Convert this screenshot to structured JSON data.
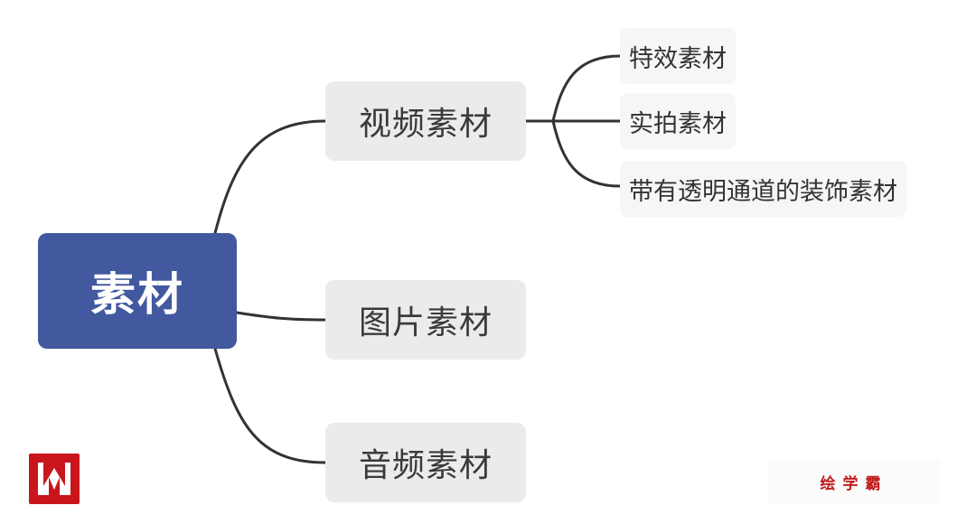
{
  "root": {
    "label": "素材"
  },
  "branches": [
    {
      "label": "视频素材",
      "children": [
        "特效素材",
        "实拍素材",
        "带有透明通道的装饰素材"
      ]
    },
    {
      "label": "图片素材",
      "children": []
    },
    {
      "label": "音频素材",
      "children": []
    }
  ],
  "watermark": {
    "text": "绘学霸"
  },
  "colors": {
    "root_fill": "#42589f",
    "branch_fill": "#ebebeb",
    "leaf_fill": "#f6f6f6",
    "connector": "#333333",
    "logo_red": "#c9161c"
  }
}
